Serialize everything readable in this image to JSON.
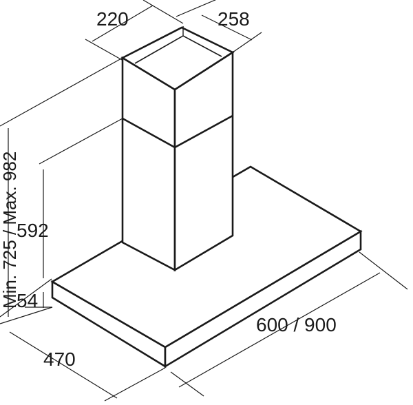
{
  "dimensions": {
    "chimney_width": "220",
    "chimney_depth": "258",
    "total_height_range": "Min. 725 / Max. 982",
    "chimney_height": "592",
    "canopy_thickness": "54",
    "canopy_depth": "470",
    "canopy_width": "600 / 900"
  }
}
